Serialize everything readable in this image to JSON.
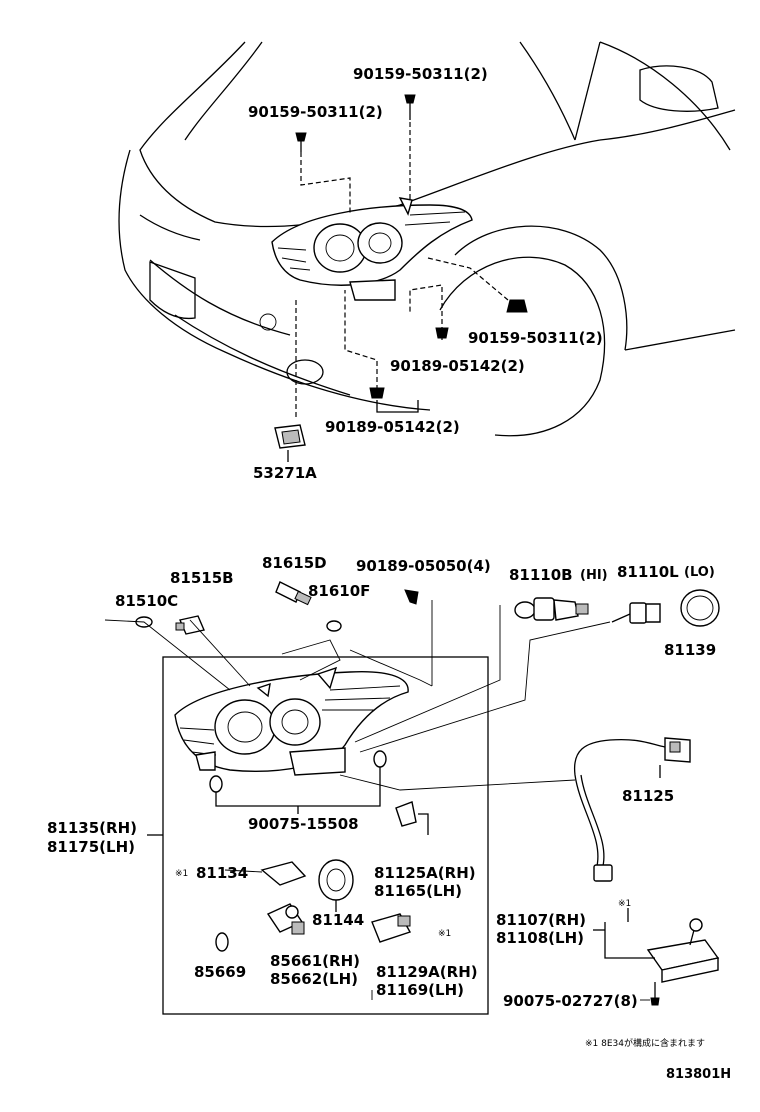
{
  "diagram_id": "813801H",
  "note": "※1 8E34が構成に含まれます",
  "callouts": {
    "bolt_top_right": "90159-50311(2)",
    "bolt_top_left": "90159-50311(2)",
    "bolt_fender": "90159-50311(2)",
    "clip_a": "90189-05142(2)",
    "clip_b": "90189-05142(2)",
    "bracket": "53271A",
    "socket_c": "81510C",
    "bulb_b": "81515B",
    "bulb_d": "81615D",
    "bulb_f": "81610F",
    "screw_top": "90189-05050(4)",
    "bulb_hi": "81110B",
    "bulb_hi_tag": "(HI)",
    "bulb_lo": "81110L",
    "bulb_lo_tag": "(LO)",
    "cap": "81139",
    "wire": "81125",
    "grommet": "90075-15508",
    "assy_rh": "81135(RH)",
    "assy_lh": "81175(LH)",
    "gasket_mark": "※1",
    "gasket": "81134",
    "cover": "81144",
    "bracket_rh": "81125A(RH)",
    "bracket_lh": "81165(LH)",
    "oring": "85669",
    "motor_rh": "85661(RH)",
    "motor_lh": "85662(LH)",
    "actuator_mark": "※1",
    "actuator_rh": "81129A(RH)",
    "actuator_lh": "81169(LH)",
    "ballast_mark": "※1",
    "ballast_rh": "81107(RH)",
    "ballast_lh": "81108(LH)",
    "ballast_screw": "90075-02727(8)"
  }
}
